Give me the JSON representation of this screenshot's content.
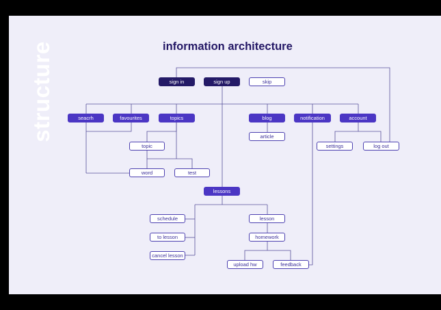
{
  "side_title": "structure",
  "title": "information architecture",
  "colors": {
    "background": "#efeef9",
    "frame": "#000000",
    "dark_node": "#241a67",
    "filled_node": "#4b36c4",
    "outline_border": "#4b3fb0",
    "connector": "#57509a"
  },
  "nodes": {
    "sign_in": "sign in",
    "sign_up": "sign up",
    "skip": "skip",
    "search": "seacrh",
    "favourites": "favourites",
    "topics": "topics",
    "topic": "topic",
    "word": "word",
    "test": "test",
    "blog": "blog",
    "article": "article",
    "notification": "notification",
    "account": "account",
    "settings": "settings",
    "log_out": "log out",
    "lessons": "lessons",
    "schedule": "schedule",
    "to_lesson": "to lesson",
    "cancel_lesson": "cancel lesson",
    "lesson": "lesson",
    "homework": "homework",
    "upload_hw": "upload hw",
    "feedback": "feedback"
  }
}
